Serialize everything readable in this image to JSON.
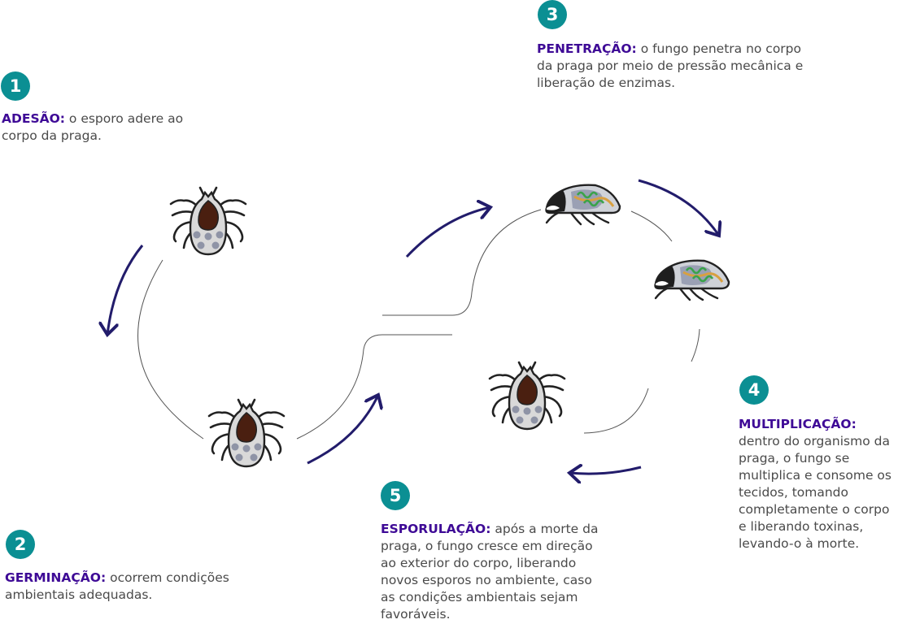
{
  "colors": {
    "badge": "#0b8f93",
    "title": "#3e0a96",
    "arrow": "#221c6b",
    "text": "#4a4a4a"
  },
  "steps": [
    {
      "number": "1",
      "title": "ADESÃO:",
      "text": " o esporo adere ao corpo da praga."
    },
    {
      "number": "2",
      "title": "GERMINAÇÃO:",
      "text": " ocorrem condições ambientais adequadas."
    },
    {
      "number": "3",
      "title": "PENETRAÇÃO:",
      "text": " o fungo penetra no corpo da praga por meio de pressão mecânica e liberação de enzimas."
    },
    {
      "number": "4",
      "title": "MULTIPLICAÇÃO:",
      "text": " dentro do organismo da praga, o fungo se multiplica e consome os tecidos, tomando completamente o corpo e liberando toxinas, levando-o à morte."
    },
    {
      "number": "5",
      "title": "ESPORULAÇÃO:",
      "text": " após a morte da praga, o fungo cresce em direção ao exterior do corpo, liberando novos esporos no ambiente, caso as condições ambientais sejam favoráveis."
    }
  ]
}
